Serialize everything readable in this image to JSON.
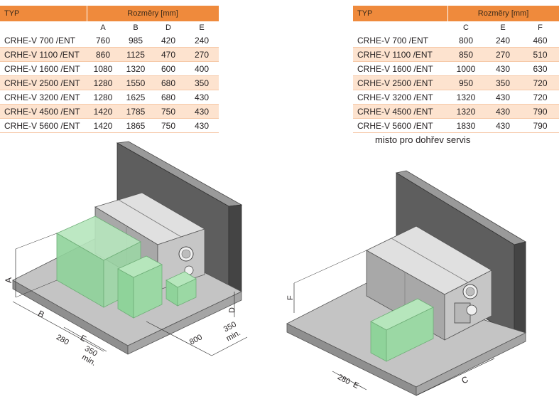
{
  "table_left": {
    "header_type": "TYP",
    "header_dims": "Rozměry [mm]",
    "columns": [
      "A",
      "B",
      "D",
      "E"
    ],
    "rows": [
      {
        "name": "CRHE-V 700   /ENT",
        "values": [
          "760",
          "985",
          "420",
          "240"
        ]
      },
      {
        "name": "CRHE-V 1100   /ENT",
        "values": [
          "860",
          "1125",
          "470",
          "270"
        ]
      },
      {
        "name": "CRHE-V 1600   /ENT",
        "values": [
          "1080",
          "1320",
          "600",
          "400"
        ]
      },
      {
        "name": "CRHE-V 2500   /ENT",
        "values": [
          "1280",
          "1550",
          "680",
          "350"
        ]
      },
      {
        "name": "CRHE-V 3200   /ENT",
        "values": [
          "1280",
          "1625",
          "680",
          "430"
        ]
      },
      {
        "name": "CRHE-V 4500   /ENT",
        "values": [
          "1420",
          "1785",
          "750",
          "430"
        ]
      },
      {
        "name": "CRHE-V 5600   /ENT",
        "values": [
          "1420",
          "1865",
          "750",
          "430"
        ]
      }
    ]
  },
  "table_right": {
    "header_type": "TYP",
    "header_dims": "Rozměry [mm]",
    "columns": [
      "C",
      "E",
      "F"
    ],
    "rows": [
      {
        "name": "CRHE-V 700   /ENT",
        "values": [
          "800",
          "240",
          "460"
        ]
      },
      {
        "name": "CRHE-V 1100   /ENT",
        "values": [
          "850",
          "270",
          "510"
        ]
      },
      {
        "name": "CRHE-V 1600   /ENT",
        "values": [
          "1000",
          "430",
          "630"
        ]
      },
      {
        "name": "CRHE-V 2500   /ENT",
        "values": [
          "950",
          "350",
          "720"
        ]
      },
      {
        "name": "CRHE-V 3200   /ENT",
        "values": [
          "1320",
          "430",
          "720"
        ]
      },
      {
        "name": "CRHE-V 4500   /ENT",
        "values": [
          "1320",
          "430",
          "790"
        ]
      },
      {
        "name": "CRHE-V 5600   /ENT",
        "values": [
          "1830",
          "430",
          "790"
        ]
      }
    ]
  },
  "note": "misto pro dohřev servis",
  "drawing_left": {
    "label_a": "A",
    "label_b": "B",
    "label_d": "D",
    "label_280": "280",
    "label_e": "E",
    "label_350_bottom": "350",
    "label_min_bottom": "min.",
    "label_800": "800",
    "label_350_right": "350",
    "label_min_right": "min."
  },
  "drawing_right": {
    "label_f": "F",
    "label_280": "280",
    "label_e": "E",
    "label_c": "C"
  },
  "colors": {
    "header_orange": "#ef8a3c",
    "row_stripe": "#fde3cf",
    "service_green": "#8fd39a",
    "wall_dark": "#5a5a5a",
    "floor_grey": "#bcbcbc"
  }
}
